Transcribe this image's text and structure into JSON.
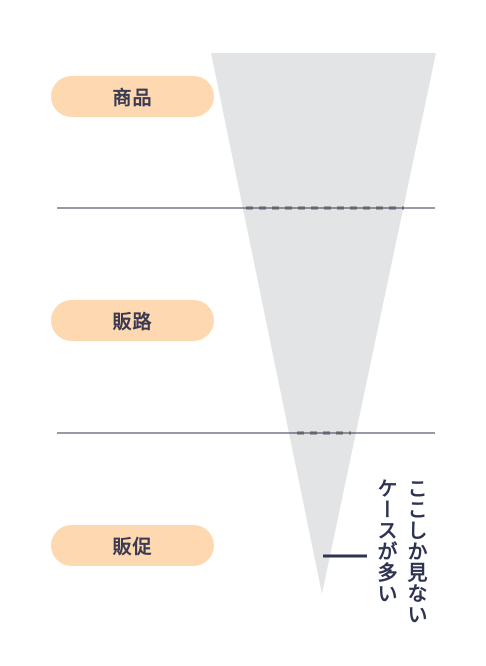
{
  "labels": {
    "top": "商品",
    "middle": "販路",
    "bottom": "販促"
  },
  "annotation": {
    "line1": "ここしか見ない",
    "line2": "ケースが多い"
  },
  "colors": {
    "pill": "#fdd8b0",
    "funnel": "#e3e4e6",
    "line": "#2e3352",
    "dash": "#666666",
    "text": "#3a3a52"
  }
}
